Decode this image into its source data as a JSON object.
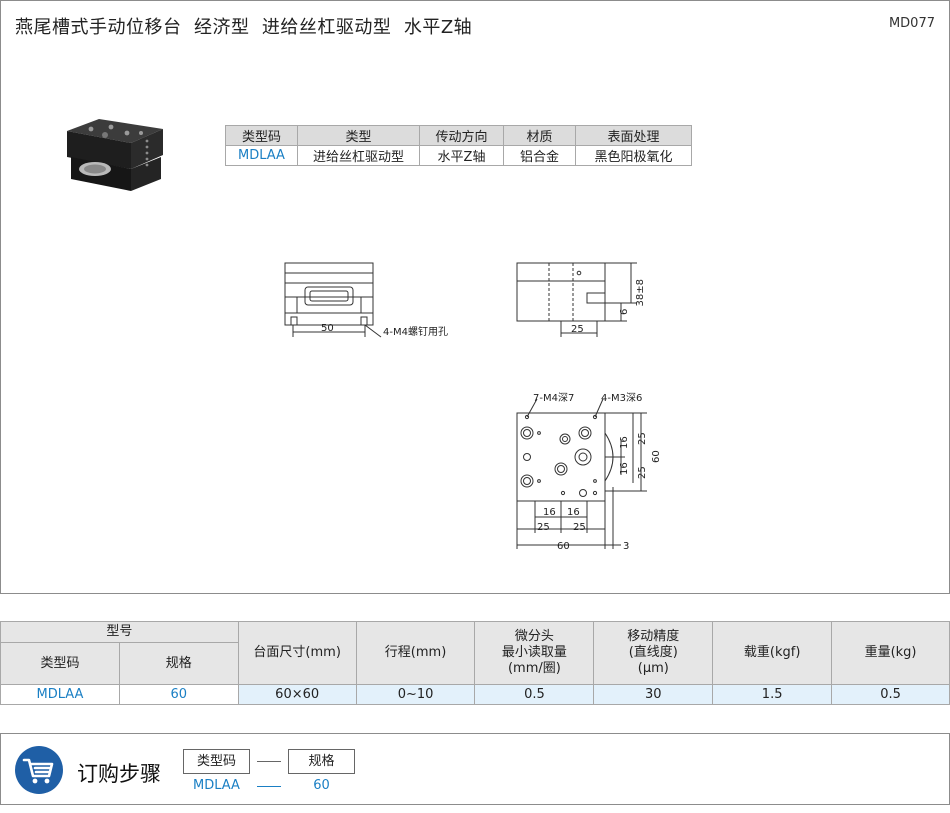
{
  "header": {
    "title": "燕尾槽式手动位移台  经济型  进给丝杠驱动型  水平Z轴",
    "code": "MD077"
  },
  "info_table": {
    "headers": [
      "类型码",
      "类型",
      "传动方向",
      "材质",
      "表面处理"
    ],
    "row": [
      "MDLAA",
      "进给丝杠驱动型",
      "水平Z轴",
      "铝合金",
      "黑色阳极氧化"
    ]
  },
  "drawing": {
    "front_dim_width": "50",
    "hole_note": "4-M4螺钉用孔",
    "side_dim_25": "25",
    "side_dim_height": "38±8",
    "side_dim_6": "6",
    "top_note_1": "7-M4深7",
    "top_note_2": "4-M3深6",
    "top_dim_16_v1": "16",
    "top_dim_16_v2": "16",
    "top_dim_25_v1": "25",
    "top_dim_25_v2": "25",
    "top_dim_60_v": "60",
    "top_dim_16_h1": "16",
    "top_dim_16_h2": "16",
    "top_dim_25_h1": "25",
    "top_dim_25_h2": "25",
    "top_dim_60_h": "60",
    "top_dim_3": "3"
  },
  "spec_table": {
    "group_header": "型号",
    "sub_headers": [
      "类型码",
      "规格"
    ],
    "headers": [
      "台面尺寸(mm)",
      "行程(mm)",
      "微分头\n最小读取量\n(mm/圈)",
      "移动精度\n(直线度)\n(μm)",
      "载重(kgf)",
      "重量(kg)"
    ],
    "row": {
      "type_code": "MDLAA",
      "spec": "60",
      "table_size": "60×60",
      "stroke": "0~10",
      "reading": "0.5",
      "accuracy": "30",
      "load": "1.5",
      "weight": "0.5"
    }
  },
  "order": {
    "title": "订购步骤",
    "box1": "类型码",
    "box2": "规格",
    "val1": "MDLAA",
    "val2": "60",
    "icon": "cart-icon",
    "accent": "#1f5fa6"
  },
  "colors": {
    "blue_text": "#1a7fc4",
    "header_gray": "#dcdcdc",
    "row_blue": "#e3f1fb"
  }
}
